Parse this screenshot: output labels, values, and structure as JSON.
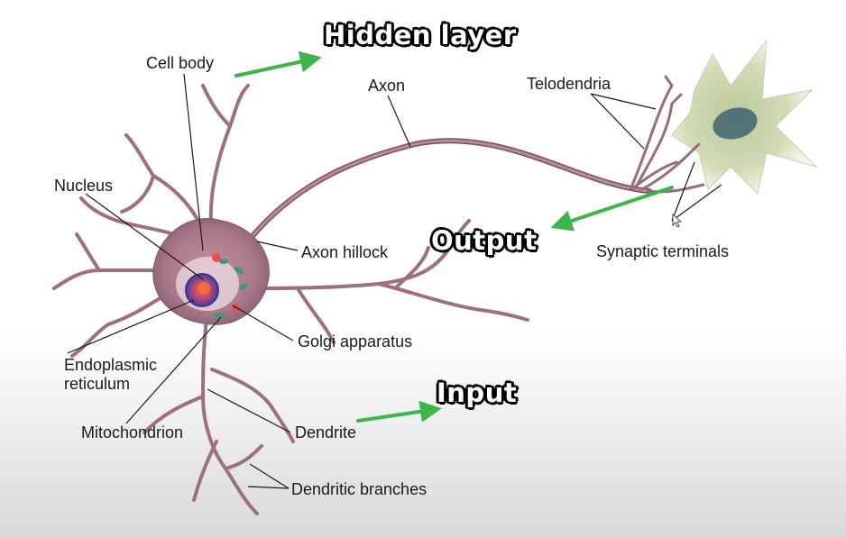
{
  "callouts": {
    "hidden_layer": "Hidden layer",
    "output": "Output",
    "input": "Input"
  },
  "labels": {
    "cell_body": "Cell body",
    "axon": "Axon",
    "telodendria": "Telodendria",
    "nucleus": "Nucleus",
    "axon_hillock": "Axon hillock",
    "synaptic_terminals": "Synaptic terminals",
    "golgi_apparatus": "Golgi apparatus",
    "endoplasmic_reticulum_line1": "Endoplasmic",
    "endoplasmic_reticulum_line2": "reticulum",
    "mitochondrion": "Mitochondrion",
    "dendrite": "Dendrite",
    "dendritic_branches": "Dendritic branches"
  },
  "colors": {
    "neuron": "#a8788a",
    "neuron_dark": "#7d4d60",
    "arrow": "#3db54a",
    "target_cell": "#c9d4a8"
  },
  "icons": {
    "cursor": "mouse-pointer-icon"
  }
}
